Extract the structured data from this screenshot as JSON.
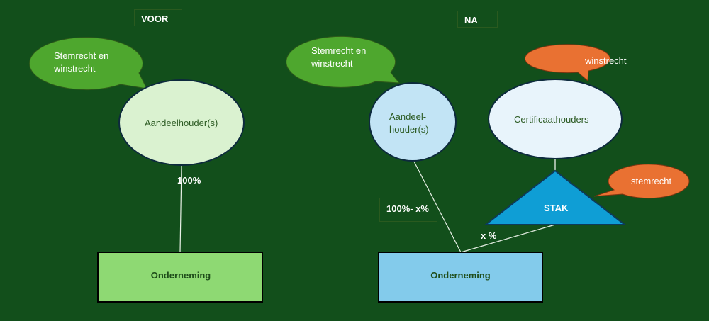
{
  "before": {
    "title": "VOOR",
    "bubble": "Stemrecht en winstrecht",
    "bubble_lines": [
      "Stemrecht en",
      "winstrecht"
    ],
    "shareholder": "Aandeelhouder(s)",
    "percentage": "100%",
    "company": "Onderneming"
  },
  "after": {
    "title": "NA",
    "bubble_lines": [
      "Stemrecht en",
      "winstrecht"
    ],
    "shareholder_lines": [
      "Aandeel-",
      "houder(s)"
    ],
    "certificate_holders": "Certificaathouders",
    "profit_right_bubble": "winstrecht",
    "voting_right_bubble": "stemrecht",
    "stak": "STAK",
    "shareholder_percentage": "100%- x%",
    "stak_percentage": "x %",
    "company": "Onderneming"
  },
  "colors": {
    "background": "#124f1b",
    "green_bubble": "#4ea72e",
    "orange_bubble": "#e97132",
    "before_node": "#daf2d0",
    "before_box": "#8ed973",
    "after_node": "#c2e4f5",
    "cert_node": "#e8f4fb",
    "stak": "#0f9ed5",
    "after_box": "#83cbeb"
  }
}
